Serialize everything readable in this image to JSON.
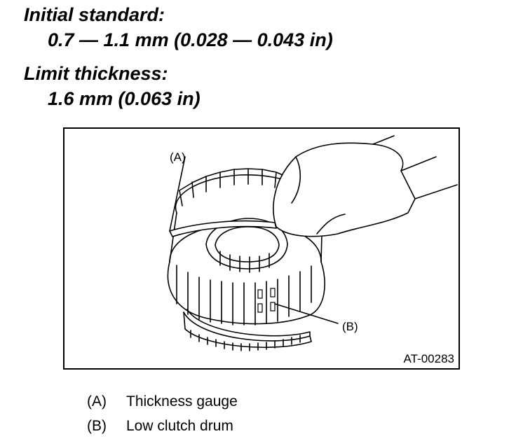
{
  "specs": [
    {
      "heading": "Initial standard:",
      "value": "0.7 — 1.1 mm (0.028 — 0.043 in)"
    },
    {
      "heading": "Limit thickness:",
      "value": "1.6 mm (0.063 in)"
    }
  ],
  "figure": {
    "callout_a": "(A)",
    "callout_b": "(B)",
    "code": "AT-00283"
  },
  "legend": [
    {
      "key": "(A)",
      "text": "Thickness gauge"
    },
    {
      "key": "(B)",
      "text": "Low clutch drum"
    }
  ]
}
